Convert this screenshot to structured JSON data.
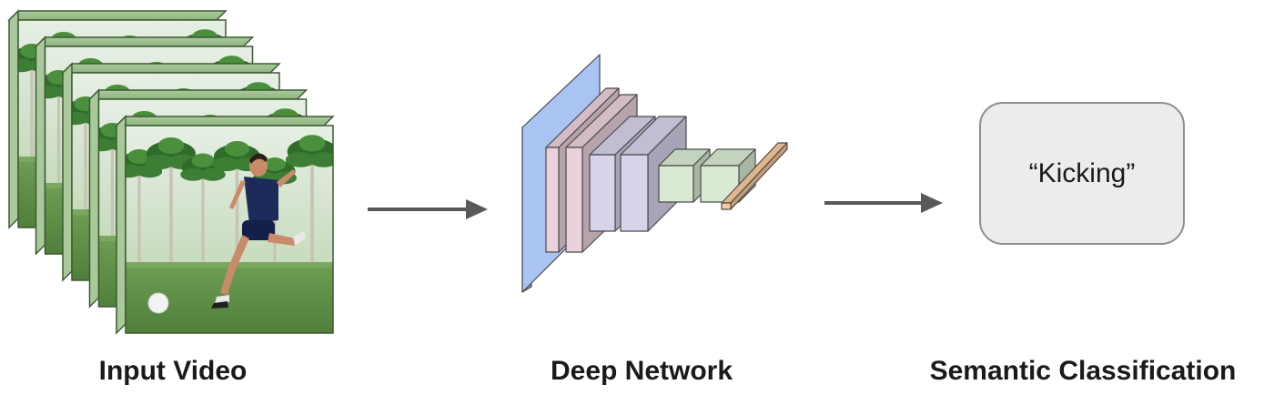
{
  "input": {
    "caption": "Input Video",
    "frame_count": 5,
    "frame_scene": "soccer-player-kicking-ball"
  },
  "network": {
    "caption": "Deep Network",
    "layer_colors": {
      "input_layer": "#a9c4f2",
      "conv_pink": "#ead1dc",
      "conv_lavender": "#d8d2ea",
      "fc_green": "#d9ead3",
      "output_orange": "#f9cb9c"
    }
  },
  "output": {
    "caption": "Semantic Classification",
    "label": "“Kicking”"
  },
  "colors": {
    "arrow": "#595959",
    "frame_border": "#3d5a33",
    "frame_side": "#a9c99b",
    "box_fill": "#ececec",
    "box_border": "#8f8f8f"
  }
}
